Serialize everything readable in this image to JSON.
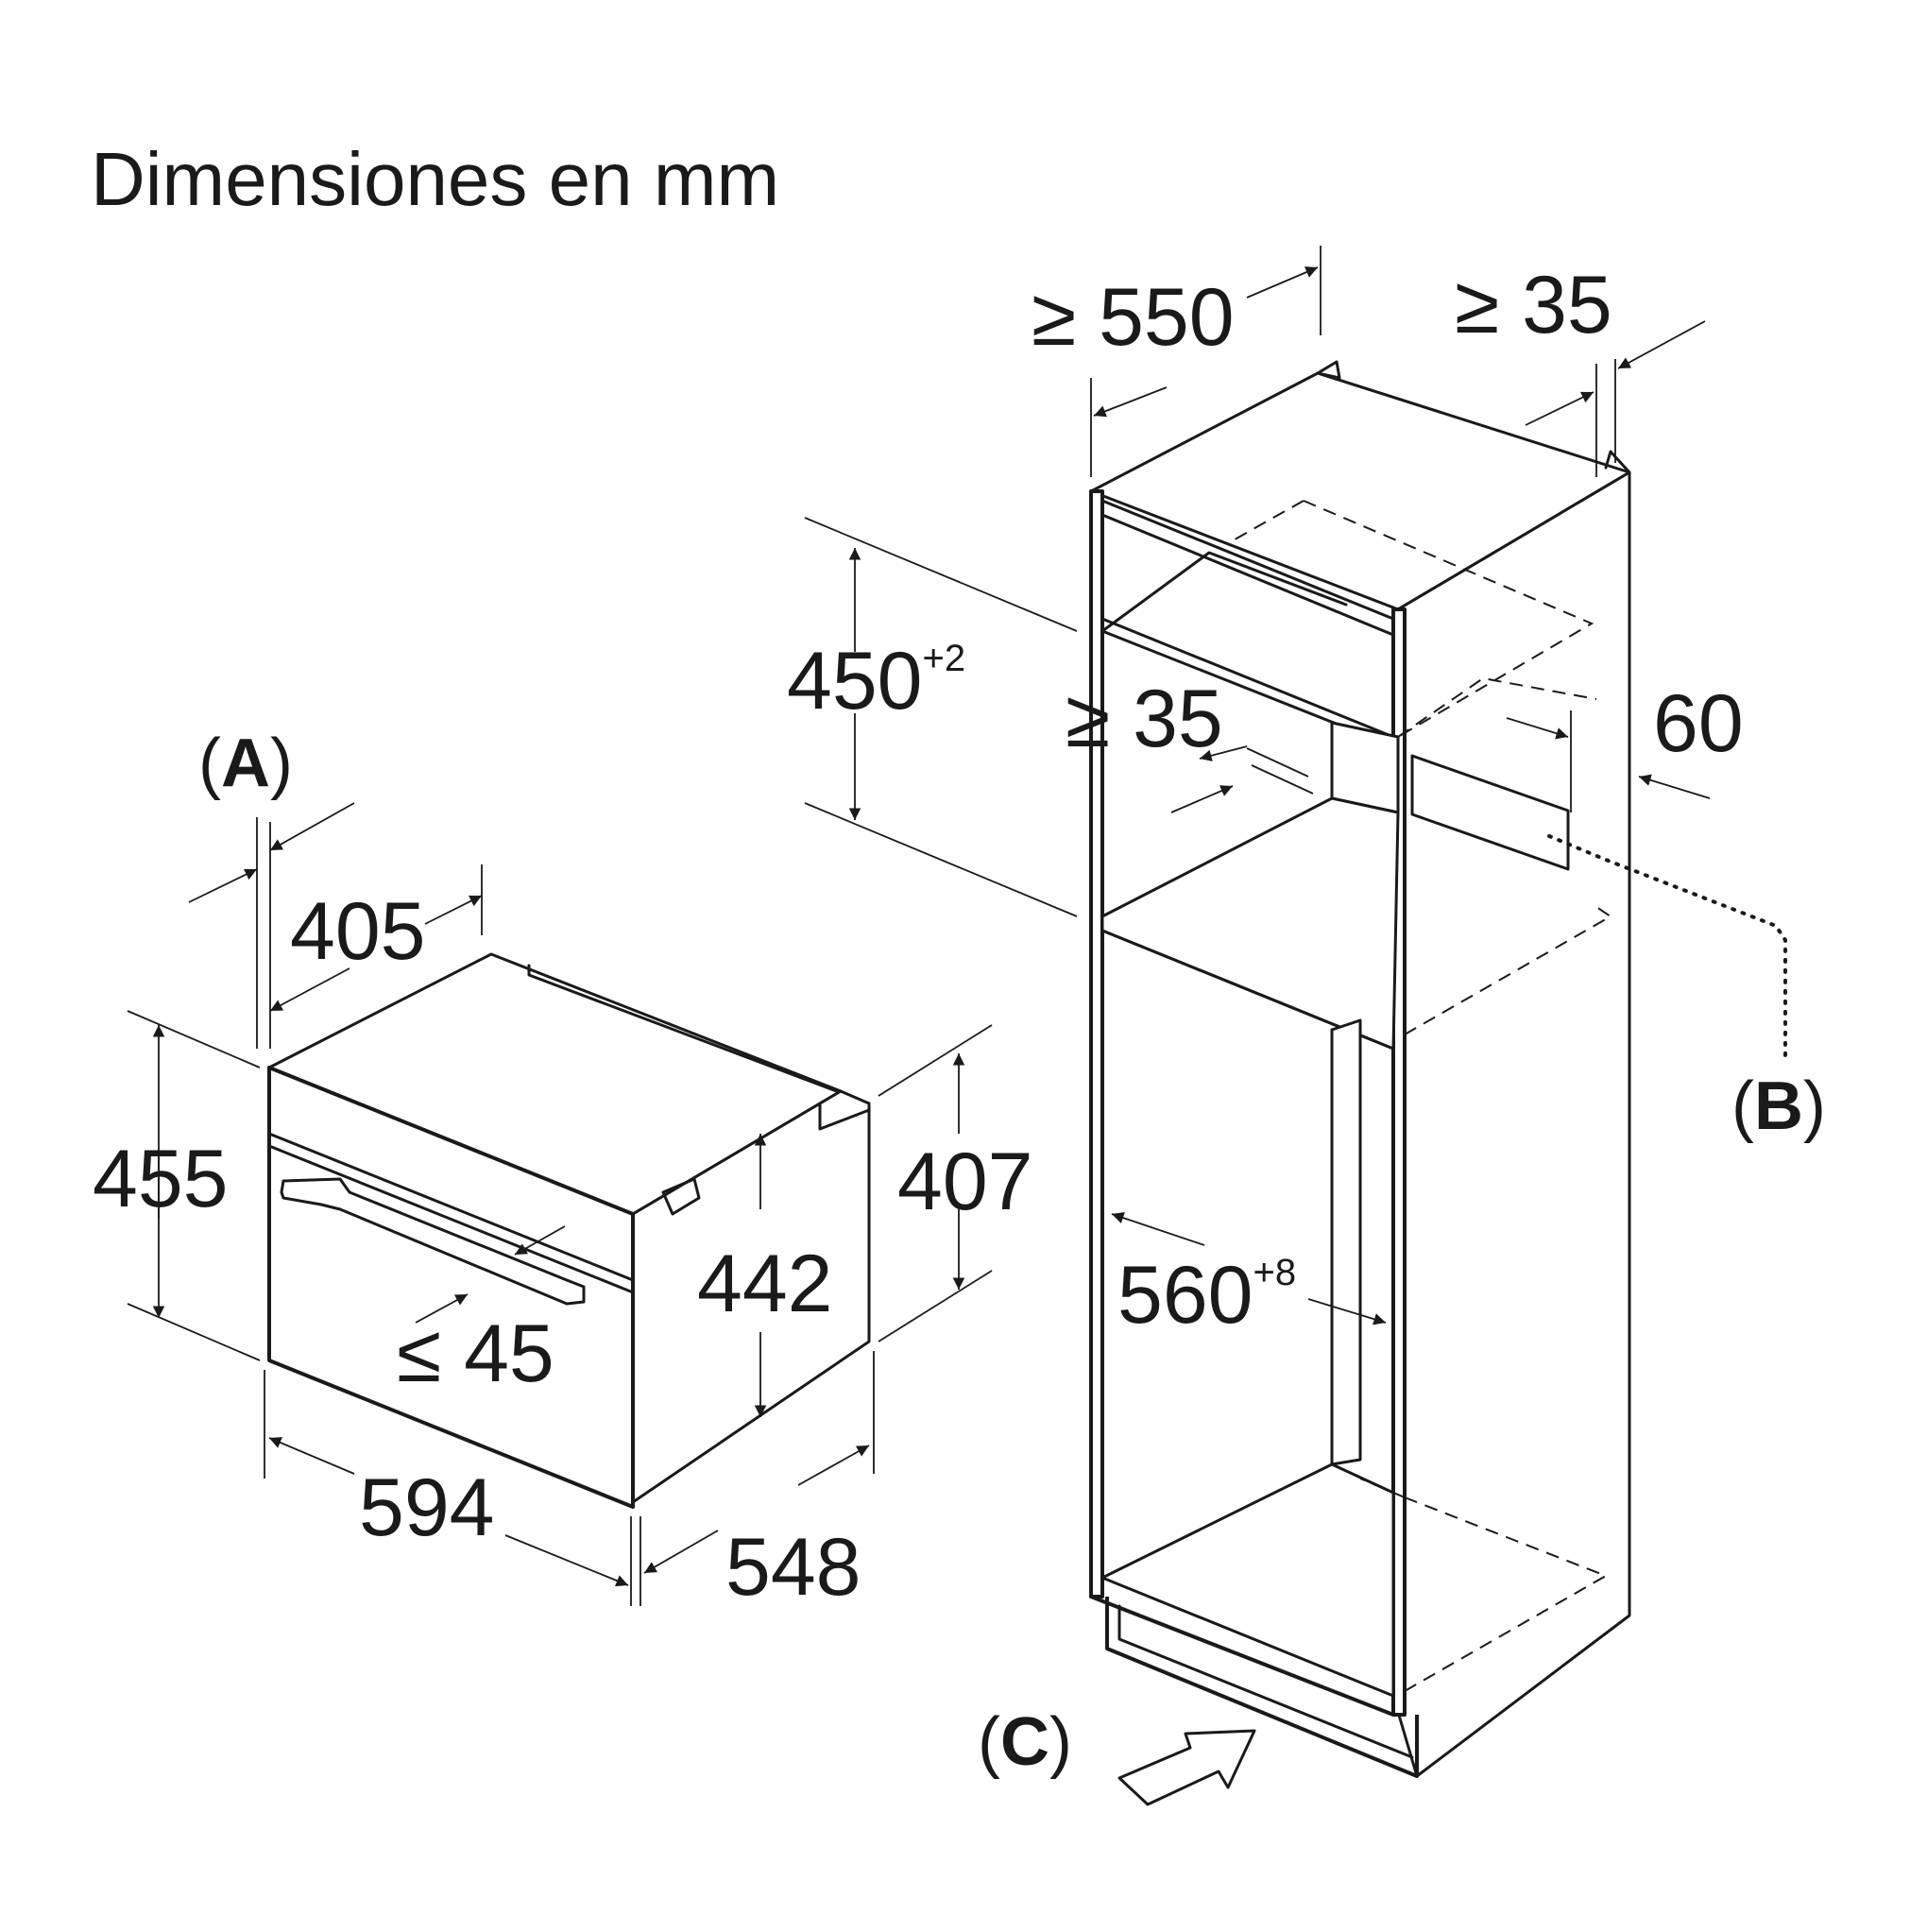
{
  "title": "Dimensiones en mm",
  "appliance_dimensions": {
    "niche_depth": "405",
    "height_total": "455",
    "height_body": "442",
    "height_side": "407",
    "width": "594",
    "depth": "548",
    "door_projection": "≤ 45"
  },
  "niche_dimensions": {
    "depth_min": "≥ 550",
    "rear_gap_top": "≥ 35",
    "niche_height": "450",
    "niche_height_tol": "+2",
    "rear_gap_mid": "≥ 35",
    "vent_depth": "60",
    "niche_width": "560",
    "niche_width_tol": "+8"
  },
  "callouts": {
    "a": {
      "open": "(",
      "letter": "A",
      "close": ")"
    },
    "b": {
      "open": "(",
      "letter": "B",
      "close": ")"
    },
    "c": {
      "open": "(",
      "letter": "C",
      "close": ")"
    }
  }
}
